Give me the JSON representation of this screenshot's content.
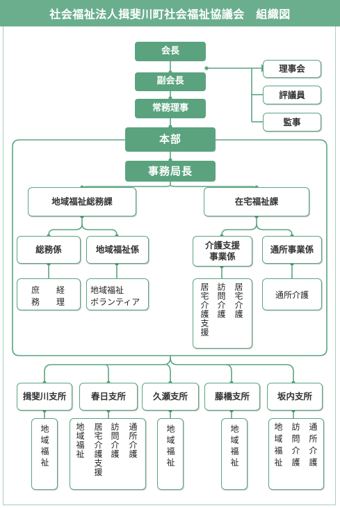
{
  "title": "社会福祉法人揖斐川町社会福祉協議会　組織図",
  "colors": {
    "primary": "#5aa37e",
    "header": "#6aae8e",
    "line": "#5aa37e"
  },
  "top_chain": {
    "president": "会長",
    "vice_president": "副会長",
    "executive_director": "常務理事",
    "headquarters": "本部",
    "secretary_general": "事務局長"
  },
  "board": [
    "理事会",
    "評議員",
    "監事"
  ],
  "divisions": {
    "general": {
      "name": "地域福祉総務課",
      "sections": [
        {
          "name": "総務係",
          "duties_left": "庶務",
          "duties_right": "経理"
        },
        {
          "name": "地域福祉係",
          "duties_line1": "地域福祉",
          "duties_line2": "ボランティア"
        }
      ]
    },
    "home": {
      "name": "在宅福祉課",
      "sections": [
        {
          "name_line1": "介護支援",
          "name_line2": "事業係",
          "duties": [
            "居宅介護支援",
            "訪問介護",
            "居宅介護"
          ]
        },
        {
          "name": "通所事業係",
          "duties": "通所介護"
        }
      ]
    }
  },
  "branches": [
    {
      "name": "揖斐川支所",
      "duties": [
        "地域福祉"
      ]
    },
    {
      "name": "春日支所",
      "duties": [
        "地域福祉",
        "居宅介護支援",
        "訪問介護",
        "通所介護"
      ]
    },
    {
      "name": "久瀬支所",
      "duties": [
        "地域福祉"
      ]
    },
    {
      "name": "藤橋支所",
      "duties": [
        "地域福祉"
      ]
    },
    {
      "name": "坂内支所",
      "duties": [
        "地域福祉",
        "訪問介護",
        "通所介護"
      ]
    }
  ]
}
